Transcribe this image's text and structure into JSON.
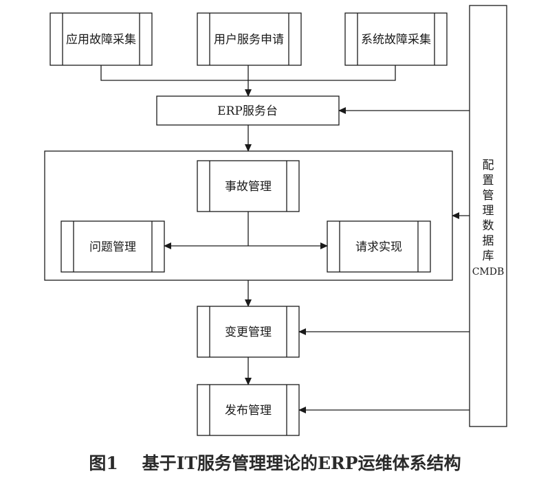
{
  "boxes": {
    "app_fault": "应用故障采集",
    "user_request": "用户服务申请",
    "sys_fault": "系统故障采集",
    "service_desk": "ERP服务台",
    "incident": "事故管理",
    "problem": "问题管理",
    "request_fulfillment": "请求实现",
    "change": "变更管理",
    "release": "发布管理"
  },
  "cmdb": {
    "chars": [
      "配",
      "置",
      "管",
      "理",
      "数",
      "据",
      "库"
    ],
    "latin": "CMDB"
  },
  "caption": {
    "number": "图1",
    "title": "基于IT服务管理理论的ERP运维体系结构"
  },
  "colors": {
    "line": "#1a1a1a",
    "background": "#ffffff"
  }
}
